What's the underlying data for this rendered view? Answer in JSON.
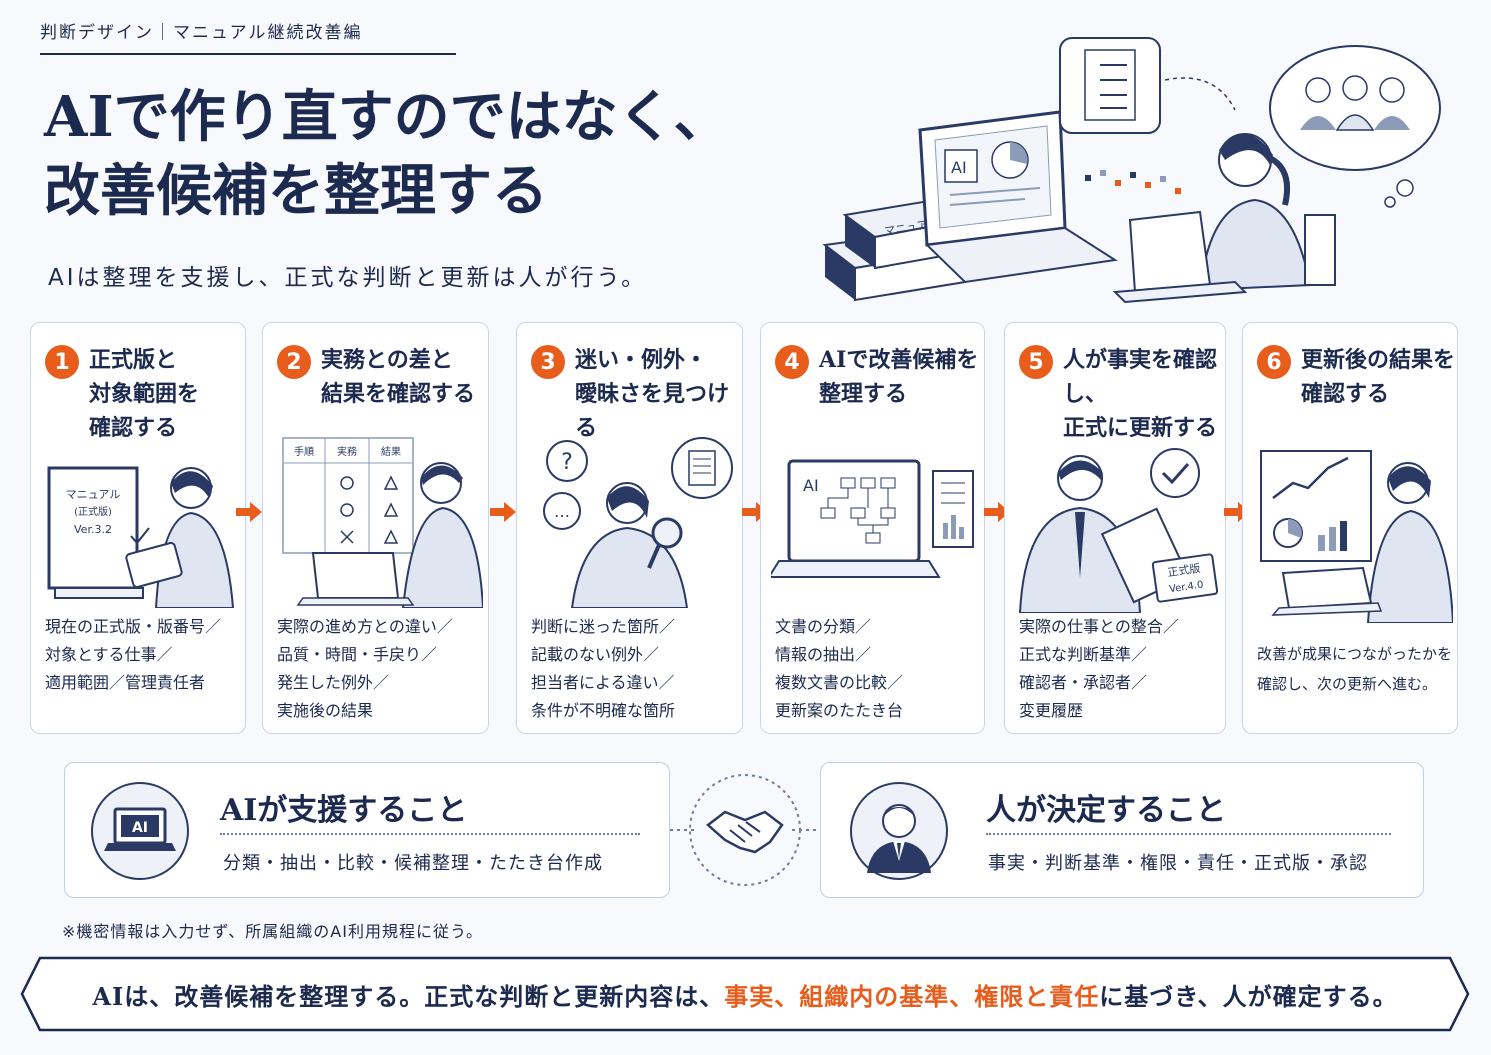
{
  "header": {
    "tagline": "判断デザイン｜マニュアル継続改善編",
    "title_line1": "AIで作り直すのではなく、",
    "title_line2": "改善候補を整理する",
    "subtitle": "AIは整理を支援し、正式な判断と更新は人が行う。"
  },
  "hero": {
    "ai_label": "AI",
    "binder_label": "マニュアル"
  },
  "steps": [
    {
      "num": "1",
      "title": "正式版と\n対象範囲を\n確認する",
      "desc": "現在の正式版・版番号／\n対象とする仕事／\n適用範囲／管理責任者",
      "art": {
        "manual_line1": "マニュアル",
        "manual_line2": "(正式版)",
        "manual_line3": "Ver.3.2"
      }
    },
    {
      "num": "2",
      "title": "実務との差と\n結果を確認する",
      "desc": "実際の進め方との違い／\n品質・時間・手戻り／\n発生した例外／\n実施後の結果",
      "art": {
        "col1": "手順",
        "col2": "実務",
        "col3": "結果"
      }
    },
    {
      "num": "3",
      "title": "迷い・例外・\n曖昧さを見つける",
      "desc": "判断に迷った箇所／\n記載のない例外／\n担当者による違い／\n条件が不明確な箇所",
      "art": {
        "question": "?",
        "dots": "…"
      }
    },
    {
      "num": "4",
      "title": "AIで改善候補を\n整理する",
      "desc": "文書の分類／\n情報の抽出／\n複数文書の比較／\n更新案のたたき台",
      "art": {
        "screen_label": "AI"
      }
    },
    {
      "num": "5",
      "title": "人が事実を確認し、\n正式に更新する",
      "desc": "実際の仕事との整合／\n正式な判断基準／\n確認者・承認者／\n変更履歴",
      "art": {
        "stamp_line1": "正式版",
        "stamp_line2": "Ver.4.0"
      }
    },
    {
      "num": "6",
      "title": "更新後の結果を\n確認する",
      "desc": "改善が成果につながったかを\n確認し、次の更新へ進む。",
      "art": {}
    }
  ],
  "panels": {
    "ai": {
      "title": "AIが支援すること",
      "desc": "分類・抽出・比較・候補整理・たたき台作成",
      "icon_label": "AI"
    },
    "human": {
      "title": "人が決定すること",
      "desc": "事実・判断基準・権限・責任・正式版・承認"
    }
  },
  "note": "※機密情報は入力せず、所属組織のAI利用規程に従う。",
  "banner": {
    "part1": "AIは、改善候補を整理する。正式な判断と更新内容は、",
    "highlight": "事実、組織内の基準、権限と責任",
    "part2": "に基づき、人が確定する。"
  },
  "colors": {
    "navy": "#1c2a4f",
    "accent": "#e85c1c",
    "border": "#c8d6ea"
  }
}
